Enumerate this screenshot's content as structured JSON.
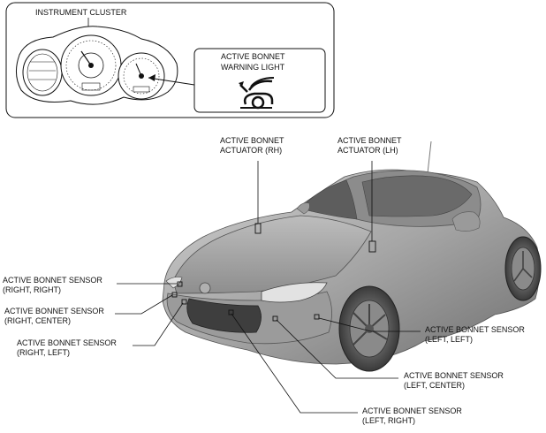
{
  "cluster": {
    "title": "INSTRUMENT CLUSTER",
    "callout_line1": "ACTIVE BONNET",
    "callout_line2": "WARNING LIGHT",
    "warning_icon": "active-bonnet-warning-icon"
  },
  "labels": {
    "actuator_rh_1": "ACTIVE BONNET",
    "actuator_rh_2": "ACTUATOR (RH)",
    "actuator_lh_1": "ACTIVE BONNET",
    "actuator_lh_2": "ACTUATOR (LH)",
    "sensor_rr_1": "ACTIVE BONNET SENSOR",
    "sensor_rr_2": "(RIGHT, RIGHT)",
    "sensor_rc_1": "ACTIVE BONNET SENSOR",
    "sensor_rc_2": "(RIGHT, CENTER)",
    "sensor_rl_1": "ACTIVE BONNET SENSOR",
    "sensor_rl_2": "(RIGHT, LEFT)",
    "sensor_ll_1": "ACTIVE BONNET SENSOR",
    "sensor_ll_2": "(LEFT, LEFT)",
    "sensor_lc_1": "ACTIVE BONNET SENSOR",
    "sensor_lc_2": "(LEFT, CENTER)",
    "sensor_lr_1": "ACTIVE BONNET SENSOR",
    "sensor_lr_2": "(LEFT, RIGHT)"
  },
  "colors": {
    "line": "#111111",
    "car_body": "#a9a9a9",
    "car_shadow": "#7c7c7c",
    "car_highlight": "#d6d6d6"
  }
}
